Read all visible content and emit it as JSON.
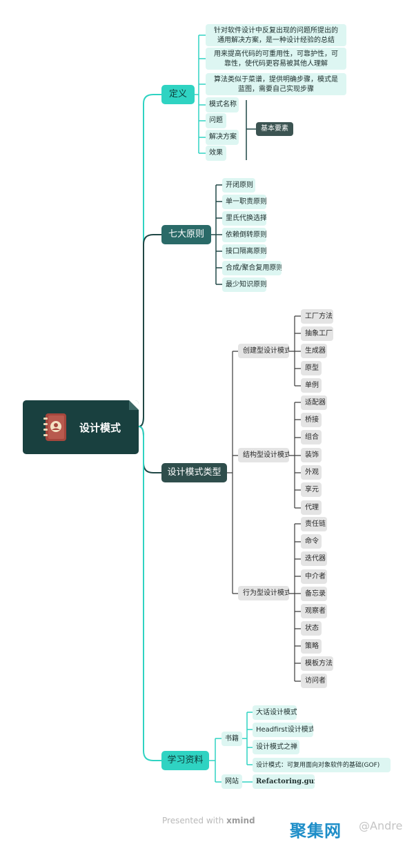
{
  "root": {
    "title": "设计模式",
    "icon": "notebook-icon"
  },
  "branches": {
    "definition": {
      "label": "定义",
      "desc": [
        "针对软件设计中反复出现的问题所提出的通用解决方案，是一种设计经验的总结",
        "用来提高代码的可重用性，可靠护性，可靠性，使代码更容易被其他人理解",
        "算法类似于菜谱，提供明确步骤，模式是蓝图，需要自己实现步骤"
      ],
      "elements": [
        "模式名称",
        "问题",
        "解决方案",
        "效果"
      ],
      "elements_tag": "基本要素"
    },
    "principles": {
      "label": "七大原则",
      "items": [
        "开闭原则",
        "单一职责原则",
        "里氏代换选择",
        "依赖倒转原则",
        "接口隔离原则",
        "合成/聚合复用原则",
        "最少知识原则"
      ]
    },
    "types": {
      "label": "设计模式类型",
      "groups": [
        {
          "name": "创建型设计模式",
          "items": [
            "工厂方法",
            "抽象工厂",
            "生成器",
            "原型",
            "单例"
          ]
        },
        {
          "name": "结构型设计模式",
          "items": [
            "适配器",
            "桥接",
            "组合",
            "装饰",
            "外观",
            "享元",
            "代理"
          ]
        },
        {
          "name": "行为型设计模式",
          "items": [
            "责任链",
            "命令",
            "迭代器",
            "中介者",
            "备忘录",
            "观察者",
            "状态",
            "策略",
            "模板方法",
            "访问者"
          ]
        }
      ]
    },
    "resources": {
      "label": "学习资料",
      "books_label": "书籍",
      "books": [
        "大话设计模式",
        "Headfirst设计模式",
        "设计模式之禅",
        "设计模式：可复用面向对象软件的基础(GOF)"
      ],
      "site_label": "网站",
      "site": "Refactoring.guru"
    }
  },
  "footer": {
    "presented": "Presented with",
    "brand": "xmind",
    "watermark": "聚集网",
    "author": "@Andre"
  },
  "colors": {
    "root": "#19403f",
    "teal": "#2fd3c2",
    "dark_branch": "#2f4e4c",
    "line_teal": "#2fd3c2",
    "line_dark": "#1f4745",
    "leaf_mint": "#ddf6f2",
    "leaf_gray": "#e4e4e4"
  }
}
